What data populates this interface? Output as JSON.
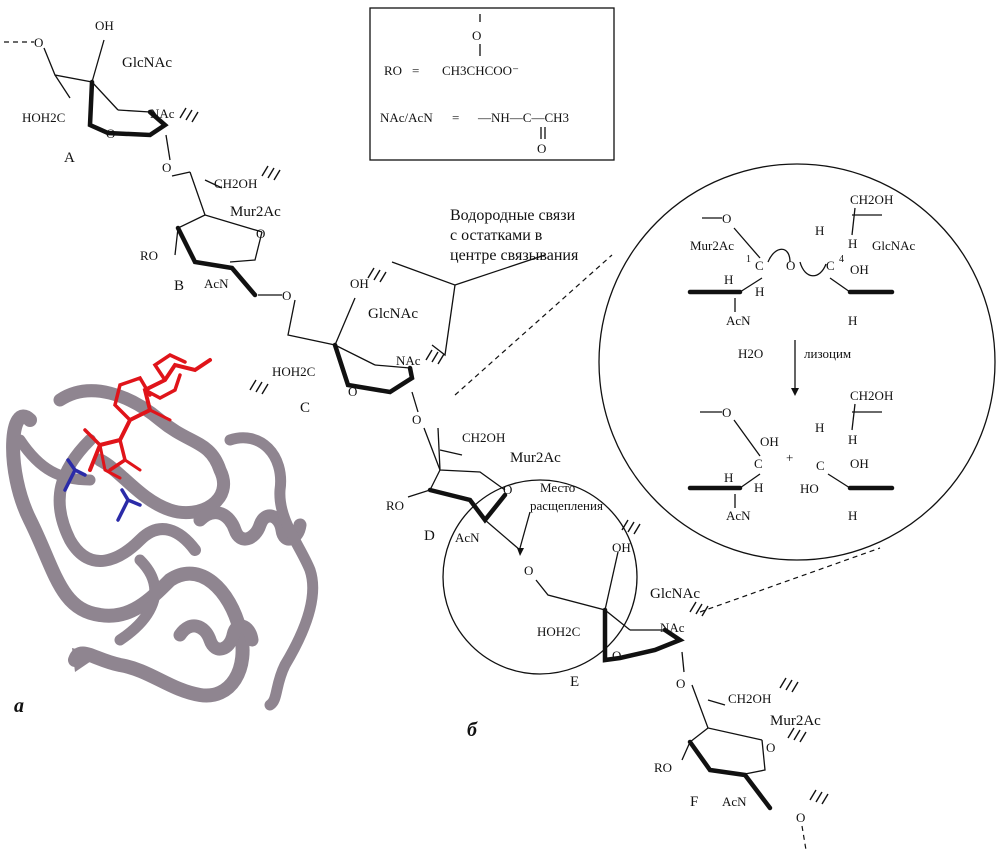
{
  "legend": {
    "ro_left": "RO",
    "ro_eq": "=",
    "ro_formula": "CH3CHCOO⁻",
    "ro_o": "O",
    "nac_left": "NAc/AcN",
    "nac_eq": "=",
    "nac_formula": "—NH—C—CH3",
    "nac_o": "O"
  },
  "residues": [
    {
      "letter": "A",
      "name": "GlcNAc"
    },
    {
      "letter": "B",
      "name": "Mur2Ac"
    },
    {
      "letter": "C",
      "name": "GlcNAc"
    },
    {
      "letter": "D",
      "name": "Mur2Ac"
    },
    {
      "letter": "E",
      "name": "GlcNAc"
    },
    {
      "letter": "F",
      "name": "Mur2Ac"
    }
  ],
  "groups": {
    "oh": "OH",
    "hoh2c": "HOH2C",
    "ch2oh": "CH2OH",
    "nac": "NAc",
    "acn": "AcN",
    "ro": "RO",
    "o": "O"
  },
  "annotations": {
    "hbond": [
      "Водородные связи",
      "с остатками в",
      "центре связывания"
    ],
    "cleavage": [
      "Место",
      "расщепления"
    ]
  },
  "inset": {
    "left_name": "Mur2Ac",
    "right_name": "GlcNAc",
    "ch2oh": "CH2OH",
    "c1": "C",
    "c1_num": "1",
    "c4": "C",
    "c4_num": "4",
    "h": "H",
    "o": "O",
    "oh": "OH",
    "acn": "AcN",
    "ho": "HO",
    "water": "H2O",
    "enzyme": "лизоцим",
    "plus": "+"
  },
  "panel_labels": {
    "a": "а",
    "b": "б"
  },
  "colors": {
    "ribbon": "#8f8590",
    "substrate": "#e0141a",
    "residue": "#2b2ba8"
  }
}
